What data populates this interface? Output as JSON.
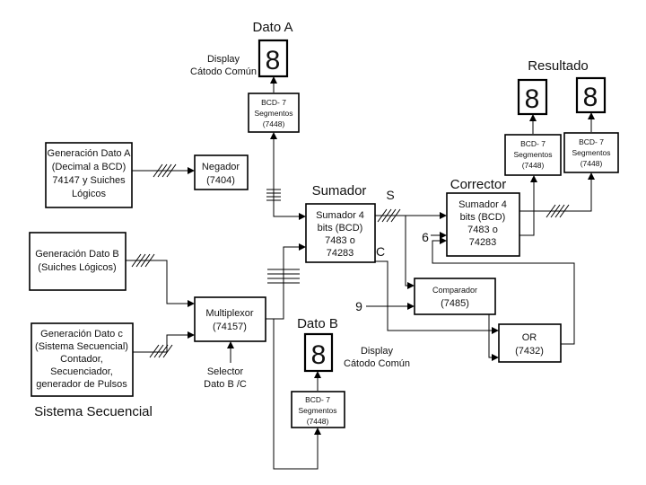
{
  "diagram": {
    "headings": {
      "dato_a": "Dato A",
      "dato_b": "Dato B",
      "sumador": "Sumador",
      "corrector": "Corrector",
      "resultado": "Resultado",
      "sistema_secuencial": "Sistema Secuencial"
    },
    "displays": {
      "digit": "8",
      "display_a_line1": "Display",
      "display_a_line2": "Cátodo Común",
      "display_b_line1": "Display",
      "display_b_line2": "Cátodo Común"
    },
    "blocks": {
      "gen_a": [
        "Generación Dato A",
        "(Decimal a BCD)",
        "74147 y Suiches",
        "Lógicos"
      ],
      "gen_b": [
        "Generación Dato B",
        "(Suiches Lógicos)"
      ],
      "gen_c": [
        "Generación Dato c",
        "(Sistema Secuencial)",
        "Contador,",
        "Secuenciador,",
        "generador de Pulsos"
      ],
      "negador": [
        "Negador",
        "(7404)"
      ],
      "multiplexor": [
        "Multiplexor",
        "(74157)"
      ],
      "sumador": [
        "Sumador 4",
        "bits (BCD)",
        "7483 o",
        "74283"
      ],
      "corrector": [
        "Sumador 4",
        "bits (BCD)",
        "7483 o",
        "74283"
      ],
      "comparador": [
        "Comparador",
        "(7485)"
      ],
      "or_gate": [
        "OR",
        "(7432)"
      ],
      "bcd_a": [
        "BCD- 7",
        "Segmentos",
        "(7448)"
      ],
      "bcd_b": [
        "BCD- 7",
        "Segmentos",
        "(7448)"
      ],
      "bcd_r1": [
        "BCD- 7",
        "Segmentos",
        "(7448)"
      ],
      "bcd_r2": [
        "BCD- 7",
        "Segmentos",
        "(7448)"
      ]
    },
    "signals": {
      "s": "S",
      "c": "C",
      "six": "6",
      "nine": "9",
      "selector": [
        "Selector",
        "Dato B /C"
      ]
    }
  }
}
